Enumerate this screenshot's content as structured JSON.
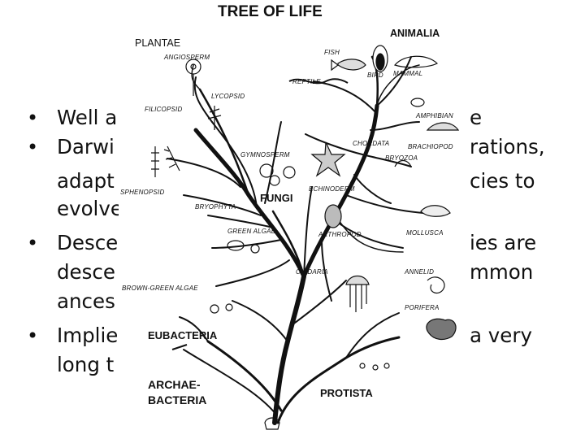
{
  "bullets": {
    "line1": "Well a",
    "line1_right": "e",
    "line2_left": "Darwi",
    "line2_right": "rations,",
    "line3_left": "adapt",
    "line3_right": "cies to",
    "line4_left": "evolve",
    "line5_left": "Desce",
    "line5_right": "ies are",
    "line6_left": "desce",
    "line6_right": "mmon",
    "line7_left": "ances",
    "line8_left": "Implie",
    "line8_right": "a very",
    "line9_left": "long t"
  },
  "figure": {
    "title": "TREE OF LIFE",
    "kingdoms": {
      "plantae": "PLANTAE",
      "animalia": "ANIMALIA",
      "fungi": "FUNGI",
      "eubacteria": "EUBACTERIA",
      "archaebacteria_1": "ARCHAE-",
      "archaebacteria_2": "BACTERIA",
      "protista": "PROTISTA"
    },
    "groups": {
      "angiosperm": "ANGIOSPERM",
      "fish": "FISH",
      "bird": "BIRD",
      "mammal": "MAMMAL",
      "reptile": "REPTILE",
      "lycopsid": "LYCOPSID",
      "filicopsid": "FILICOPSID",
      "amphibian": "AMPHIBIAN",
      "chordata": "CHORDATA",
      "brachiopod": "BRACHIOPOD",
      "gymnosperm": "GYMNOSPERM",
      "bryozoa": "BRYOZOA",
      "sphenopsid": "SPHENOPSID",
      "echinoderm": "ECHINODERM",
      "bryophyta": "BRYOPHYTA",
      "green_algae": "GREEN ALGAE",
      "arthropod": "ARTHROPOD",
      "mollusca": "MOLLUSCA",
      "cnidaria": "CNIDARIA",
      "annelid": "ANNELID",
      "brown_green_algae": "BROWN-GREEN ALGAE",
      "porifera": "PORIFERA"
    }
  }
}
